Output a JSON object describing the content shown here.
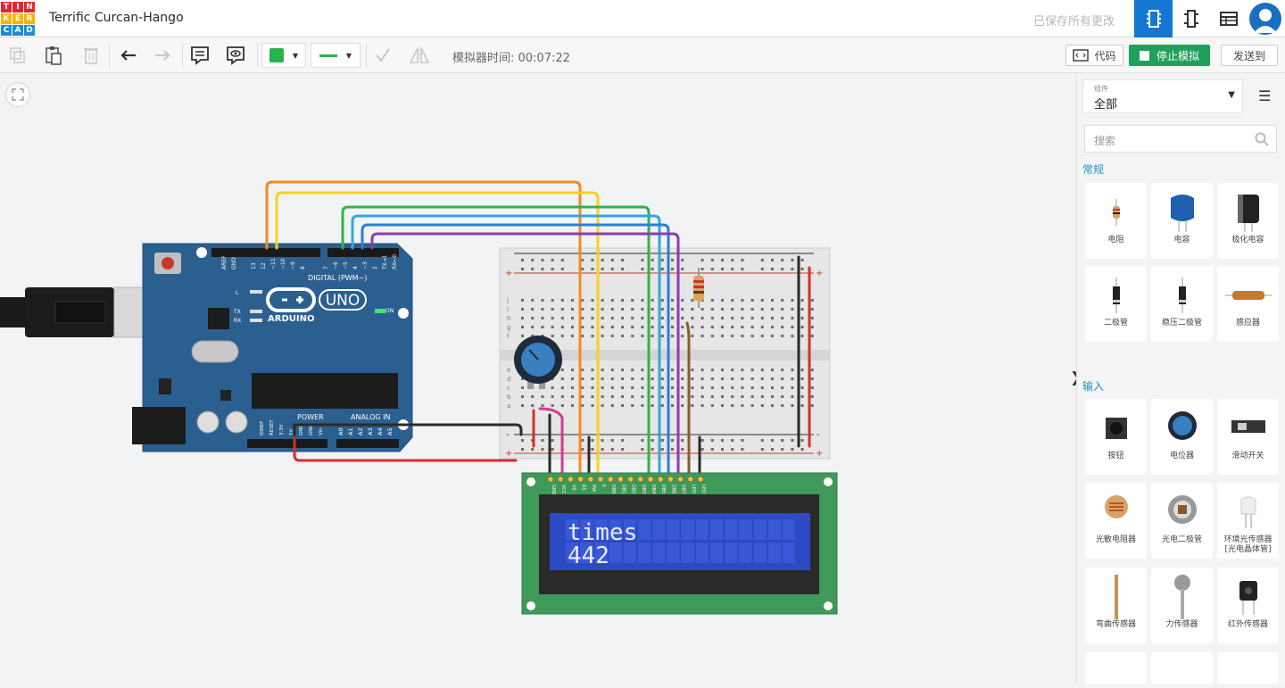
{
  "app": {
    "logo_letters": [
      "T",
      "I",
      "N",
      "K",
      "E",
      "R",
      "C",
      "A",
      "D"
    ],
    "project_title": "Terrific Curcan-Hango",
    "saved_status": "已保存所有更改"
  },
  "toolbar": {
    "sim_time": "模拟器时间: 00:07:22",
    "code_label": "代码",
    "stop_label": "停止模拟",
    "send_label": "发送到"
  },
  "panel": {
    "category_caption": "组件",
    "category_value": "全部",
    "search_placeholder": "搜索",
    "sections": [
      {
        "title": "常规",
        "items": [
          "电阻",
          "电容",
          "极化电容",
          "二极管",
          "稳压二极管",
          "感应器"
        ]
      },
      {
        "title": "输入",
        "items": [
          "按钮",
          "电位器",
          "滑动开关",
          "光敏电阻器",
          "光电二极管",
          "环境光传感器\n[光电晶体管]",
          "弯曲传感器",
          "力传感器",
          "红外传感器"
        ]
      }
    ]
  },
  "lcd": {
    "line1": "times",
    "line2": "442"
  },
  "arduino": {
    "brand": "ARDUINO",
    "model": "UNO",
    "digital_label": "DIGITAL (PWM~)",
    "power_label": "POWER",
    "analog_label": "ANALOG IN",
    "on_label": "ON",
    "led_labels": [
      "L",
      "TX",
      "RX"
    ],
    "digital_pins": [
      "AREF",
      "GND",
      "13",
      "12",
      "~11",
      "~10",
      "~9",
      "8",
      "7",
      "~6",
      "~5",
      "4",
      "~3",
      "2",
      "TX→1",
      "RX←0"
    ],
    "power_pins": [
      "IOREF",
      "RESET",
      "3.3V",
      "5V",
      "GND",
      "GND",
      "Vin"
    ],
    "analog_pins": [
      "A0",
      "A1",
      "A2",
      "A3",
      "A4",
      "A5"
    ]
  },
  "lcd_pins": [
    "GND",
    "VCC",
    "V0",
    "RS",
    "RW",
    "E",
    "DB0",
    "DB1",
    "DB2",
    "DB3",
    "DB4",
    "DB5",
    "DB6",
    "DB7",
    "LED",
    "LED"
  ],
  "breadboard": {
    "row_letters_top": [
      "j",
      "i",
      "h",
      "g",
      "f"
    ],
    "row_letters_bottom": [
      "e",
      "d",
      "c",
      "b",
      "a"
    ],
    "plus": "+",
    "minus": "-"
  },
  "colors": {
    "accent": "#1477d4",
    "stop_green": "#21a05b",
    "board_blue": "#2b5f8f",
    "lcd_bg": "#2d49c4",
    "lcd_pcb": "#3f9a5a"
  },
  "icons": {
    "circuit_view": "circuit-view-icon",
    "schematic_view": "schematic-icon",
    "list_view": "component-list-icon"
  }
}
